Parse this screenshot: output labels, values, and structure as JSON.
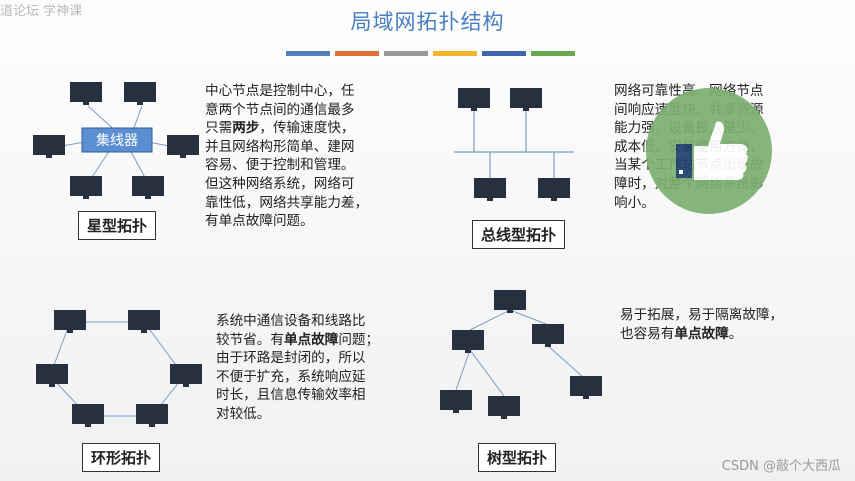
{
  "watermark": "道论坛 学神课",
  "title": "局域网拓扑结构",
  "stripe_colors": [
    "#4f81bd",
    "#e0703a",
    "#9a9a9a",
    "#f0b52a",
    "#3e66b0",
    "#6aa84f"
  ],
  "star": {
    "label": "星型拓扑",
    "hub_label": "集线器",
    "lines": [
      {
        "text": "中心节点是控制中心，任"
      },
      {
        "text": "意两个节点间的通信最多"
      },
      {
        "pre": "只需",
        "bold": "两步",
        "post": "，传输速度快，"
      },
      {
        "text": "并且网络构形简单、建网"
      },
      {
        "text": "容易、便于控制和管理。"
      },
      {
        "text": "但这种网络系统，网络可"
      },
      {
        "text": "靠性低，网络共享能力差，"
      },
      {
        "text": "有单点故障问题。"
      }
    ]
  },
  "bus": {
    "label": "总线型拓扑",
    "lines": [
      {
        "text": "网络可靠性高、网络节点"
      },
      {
        "text": "间响应速度快、共享资源"
      },
      {
        "text": "能力强、设备投入量少、"
      },
      {
        "text": "成本低、安装使用方便，"
      },
      {
        "text": "当某个工作站节点出现故"
      },
      {
        "text": "障时，对整个网络系统影"
      },
      {
        "text": "响小。"
      }
    ]
  },
  "ring": {
    "label": "环形拓扑",
    "lines": [
      {
        "text": "系统中通信设备和线路比"
      },
      {
        "pre": "较节省。有",
        "bold": "单点故障",
        "post": "问题；"
      },
      {
        "text": "由于环路是封闭的，所以"
      },
      {
        "text": "不便于扩充，系统响应延"
      },
      {
        "text": "时长，且信息传输效率相"
      },
      {
        "text": "对较低。"
      }
    ]
  },
  "tree": {
    "label": "树型拓扑",
    "lines": [
      {
        "text": "易于拓展，易于隔离故障，"
      },
      {
        "pre": "也容易有",
        "bold": "单点故障",
        "post": "。"
      }
    ]
  },
  "thumb_icon": "thumbs-up-icon",
  "credit": "CSDN @敲个大西瓜"
}
